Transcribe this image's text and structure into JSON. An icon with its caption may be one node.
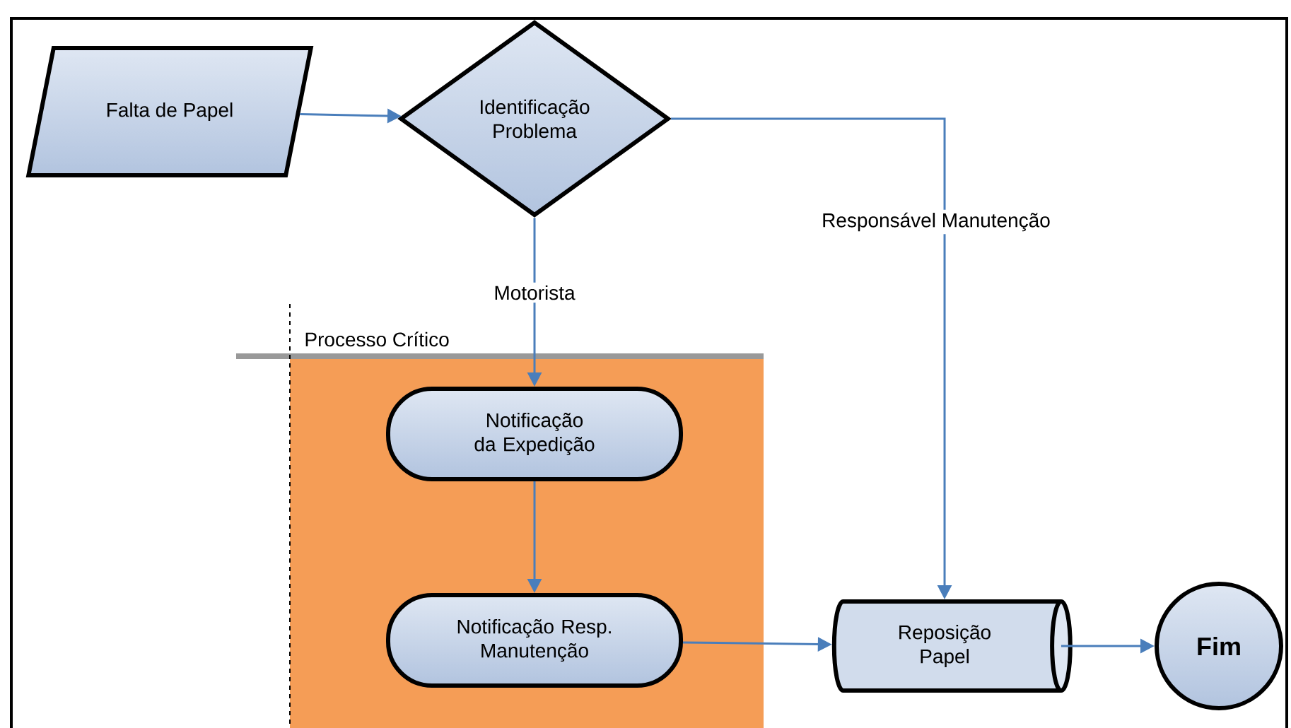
{
  "diagram": {
    "nodes": [
      {
        "text": [
          "Falta de Papel"
        ]
      },
      {
        "text": [
          "Identificação Problema"
        ]
      },
      {
        "text": [
          "Processo Crítico"
        ]
      },
      {
        "text": [
          "Notificação da Expedição"
        ],
        "in": 2
      },
      {
        "text": [
          "Notificação Resp. Manutenção"
        ],
        "in": 2
      },
      {
        "text": [
          "Reposição Papel"
        ]
      },
      {
        "text": [
          "**Fim**"
        ]
      }
    ],
    "edges": [
      {
        "from": 0,
        "to": 1,
        "arrow": "to"
      },
      {
        "from": 1,
        "to": 3,
        "arrow": "to",
        "label": "Motorista"
      },
      {
        "from": 1,
        "to": 5,
        "arrow": "to",
        "label": "Responsável Manutenção"
      },
      {
        "from": 3,
        "to": 4,
        "arrow": "to"
      },
      {
        "from": 4,
        "to": 5,
        "arrow": "to"
      },
      {
        "from": 5,
        "to": 6,
        "arrow": "to"
      }
    ]
  }
}
